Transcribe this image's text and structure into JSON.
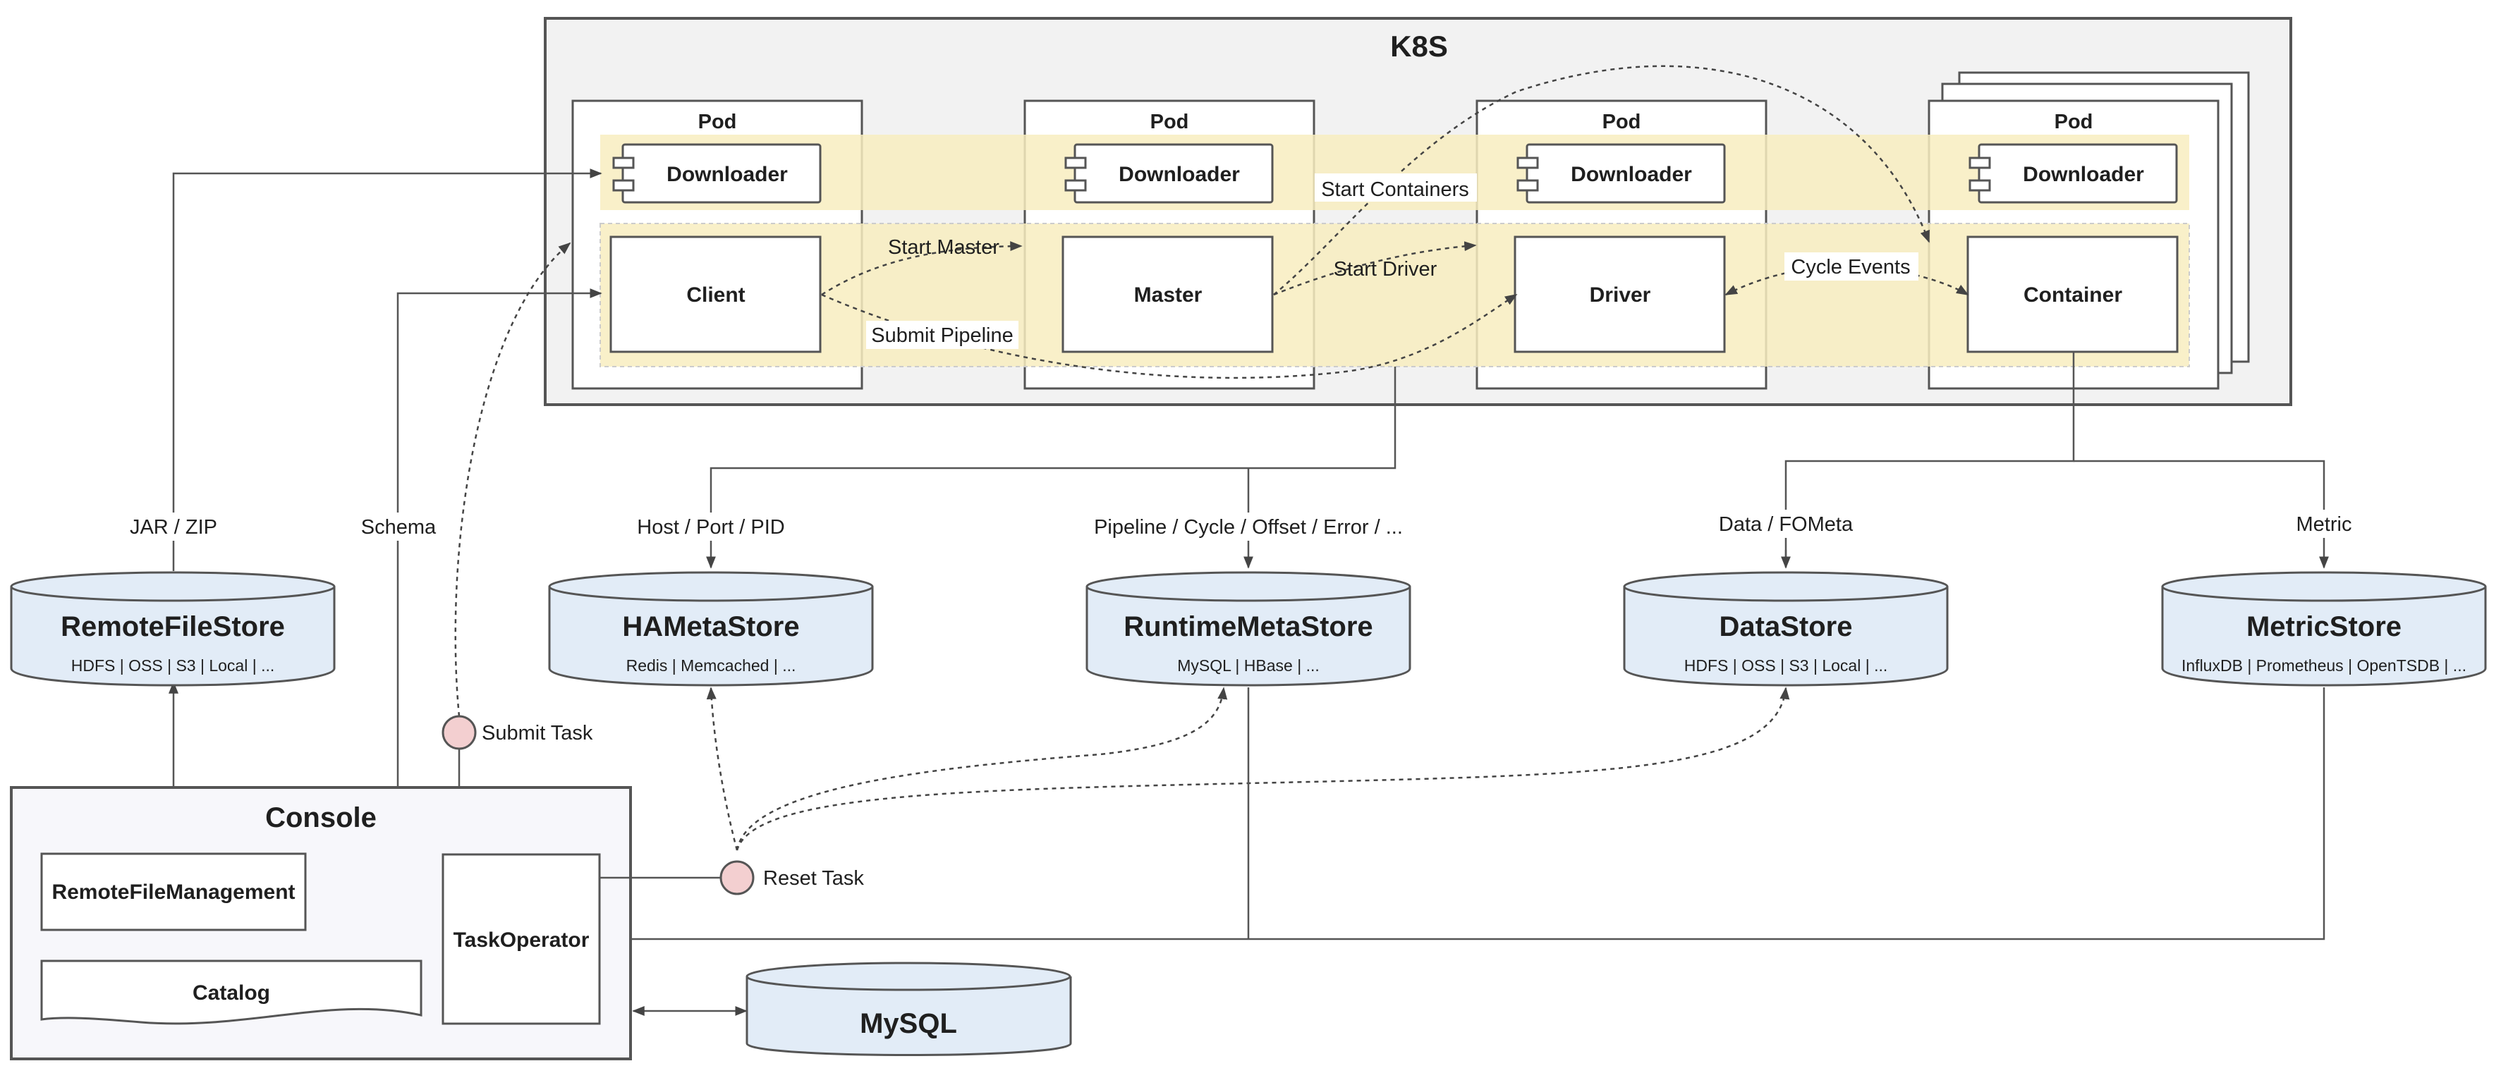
{
  "k8s": {
    "title": "K8S",
    "pods": [
      {
        "label": "Pod",
        "downloader": "Downloader",
        "main": "Client"
      },
      {
        "label": "Pod",
        "downloader": "Downloader",
        "main": "Master"
      },
      {
        "label": "Pod",
        "downloader": "Downloader",
        "main": "Driver"
      },
      {
        "label": "Pod",
        "downloader": "Downloader",
        "main": "Container"
      }
    ]
  },
  "flows": {
    "start_master": "Start Master",
    "submit_pipeline": "Submit Pipeline",
    "start_driver": "Start Driver",
    "start_containers": "Start Containers",
    "cycle_events": "Cycle Events"
  },
  "edge_labels": {
    "jar_zip": "JAR / ZIP",
    "schema": "Schema",
    "host_port_pid": "Host / Port / PID",
    "pipeline_cycle": "Pipeline / Cycle / Offset / Error / ...",
    "data_fometa": "Data / FOMeta",
    "metric": "Metric"
  },
  "stores": [
    {
      "name": "RemoteFileStore",
      "sub": "HDFS | OSS | S3 | Local | ..."
    },
    {
      "name": "HAMetaStore",
      "sub": "Redis | Memcached | ..."
    },
    {
      "name": "RuntimeMetaStore",
      "sub": "MySQL | HBase | ..."
    },
    {
      "name": "DataStore",
      "sub": "HDFS | OSS | S3 | Local | ..."
    },
    {
      "name": "MetricStore",
      "sub": "InfluxDB | Prometheus | OpenTSDB | ..."
    }
  ],
  "console": {
    "title": "Console",
    "remote_file_management": "RemoteFileManagement",
    "catalog": "Catalog",
    "task_operator": "TaskOperator"
  },
  "actions": {
    "submit_task": "Submit Task",
    "reset_task": "Reset Task"
  },
  "mysql": "MySQL",
  "colors": {
    "frame_fill": "#f2f2f2",
    "band_fill": "#f8edc0",
    "store_fill": "#e2ecf7",
    "console_fill": "#f7f7fb",
    "circle_fill": "#f3cfd0",
    "line": "#555555"
  }
}
